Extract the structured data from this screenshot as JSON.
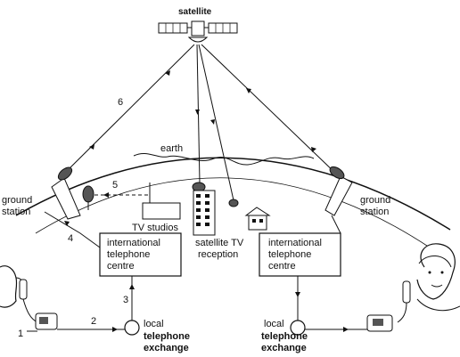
{
  "labels": {
    "satellite": "satellite",
    "earth": "earth",
    "ground_station_left": [
      "ground",
      "station"
    ],
    "ground_station_right": [
      "ground",
      "station"
    ],
    "tv_studios": "TV studios",
    "satellite_tv_reception": [
      "satellite TV",
      "reception"
    ],
    "itc_left": [
      "international",
      "telephone",
      "centre"
    ],
    "itc_right": [
      "international",
      "telephone",
      "centre"
    ],
    "local_exchange_left": [
      "local",
      "telephone",
      "exchange"
    ],
    "local_exchange_right": [
      "local",
      "telephone",
      "exchange"
    ]
  },
  "step_numbers": [
    "1",
    "2",
    "3",
    "4",
    "5",
    "6"
  ],
  "colors": {
    "ink": "#111111",
    "paper": "#ffffff",
    "shade": "#555555"
  }
}
